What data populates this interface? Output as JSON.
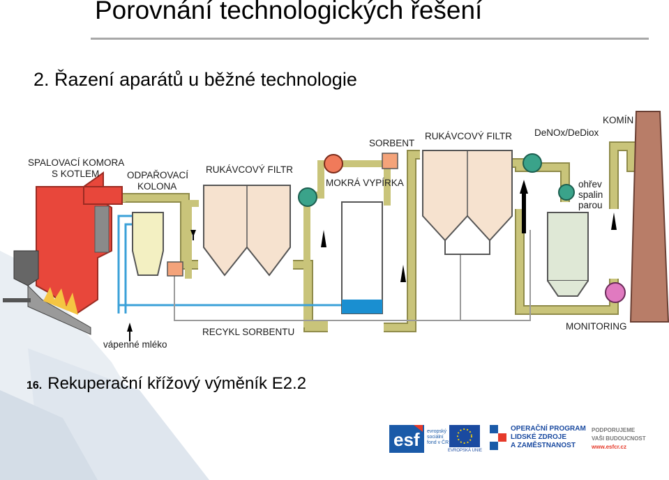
{
  "title": "Porovnání technologických řešení",
  "subtitle": "2. Řazení aparátů u běžné technologie",
  "diagram": {
    "labels": {
      "spalovaci_komora_1": "SPALOVACÍ KOMORA",
      "spalovaci_komora_2": "S KOTLEM",
      "odparovaci_1": "ODPAŘOVACÍ",
      "odparovaci_2": "KOLONA",
      "rukavcovy_filtr_1": "RUKÁVCOVÝ FILTR",
      "sorbent": "SORBENT",
      "mokra_vypirka": "MOKRÁ VYPÍRKA",
      "rukavcovy_filtr_2": "RUKÁVCOVÝ FILTR",
      "denox": "DeNOx/DeDiox",
      "komin": "KOMÍN",
      "ohrev_1": "ohřev",
      "ohrev_2": "spalin",
      "ohrev_3": "parou",
      "monitoring": "MONITORING",
      "recykl": "RECYKL SORBENTU",
      "vapenne": "vápenné mléko"
    },
    "colors": {
      "duct": "#c9c47a",
      "duct_edge": "#8f8b4a",
      "furnace": "#e8473b",
      "filter_fill": "#f6e2cf",
      "water_line": "#3aa0d8",
      "stack": "#b87d68",
      "exchanger": "#3aa38a"
    }
  },
  "footer": {
    "number": "16.",
    "text": "Rekuperační křížový výměník E2.2"
  },
  "logos": {
    "esf_1": "evropský",
    "esf_2": "sociální",
    "esf_3": "fond v ČR",
    "eu": "EVROPSKÁ UNIE",
    "op_1": "OPERAČNÍ PROGRAM",
    "op_2": "LIDSKÉ ZDROJE",
    "op_3": "A ZAMĚSTNANOST",
    "pod_1": "PODPORUJEME",
    "pod_2": "VAŠI BUDOUCNOST",
    "pod_3": "www.esfcr.cz"
  }
}
